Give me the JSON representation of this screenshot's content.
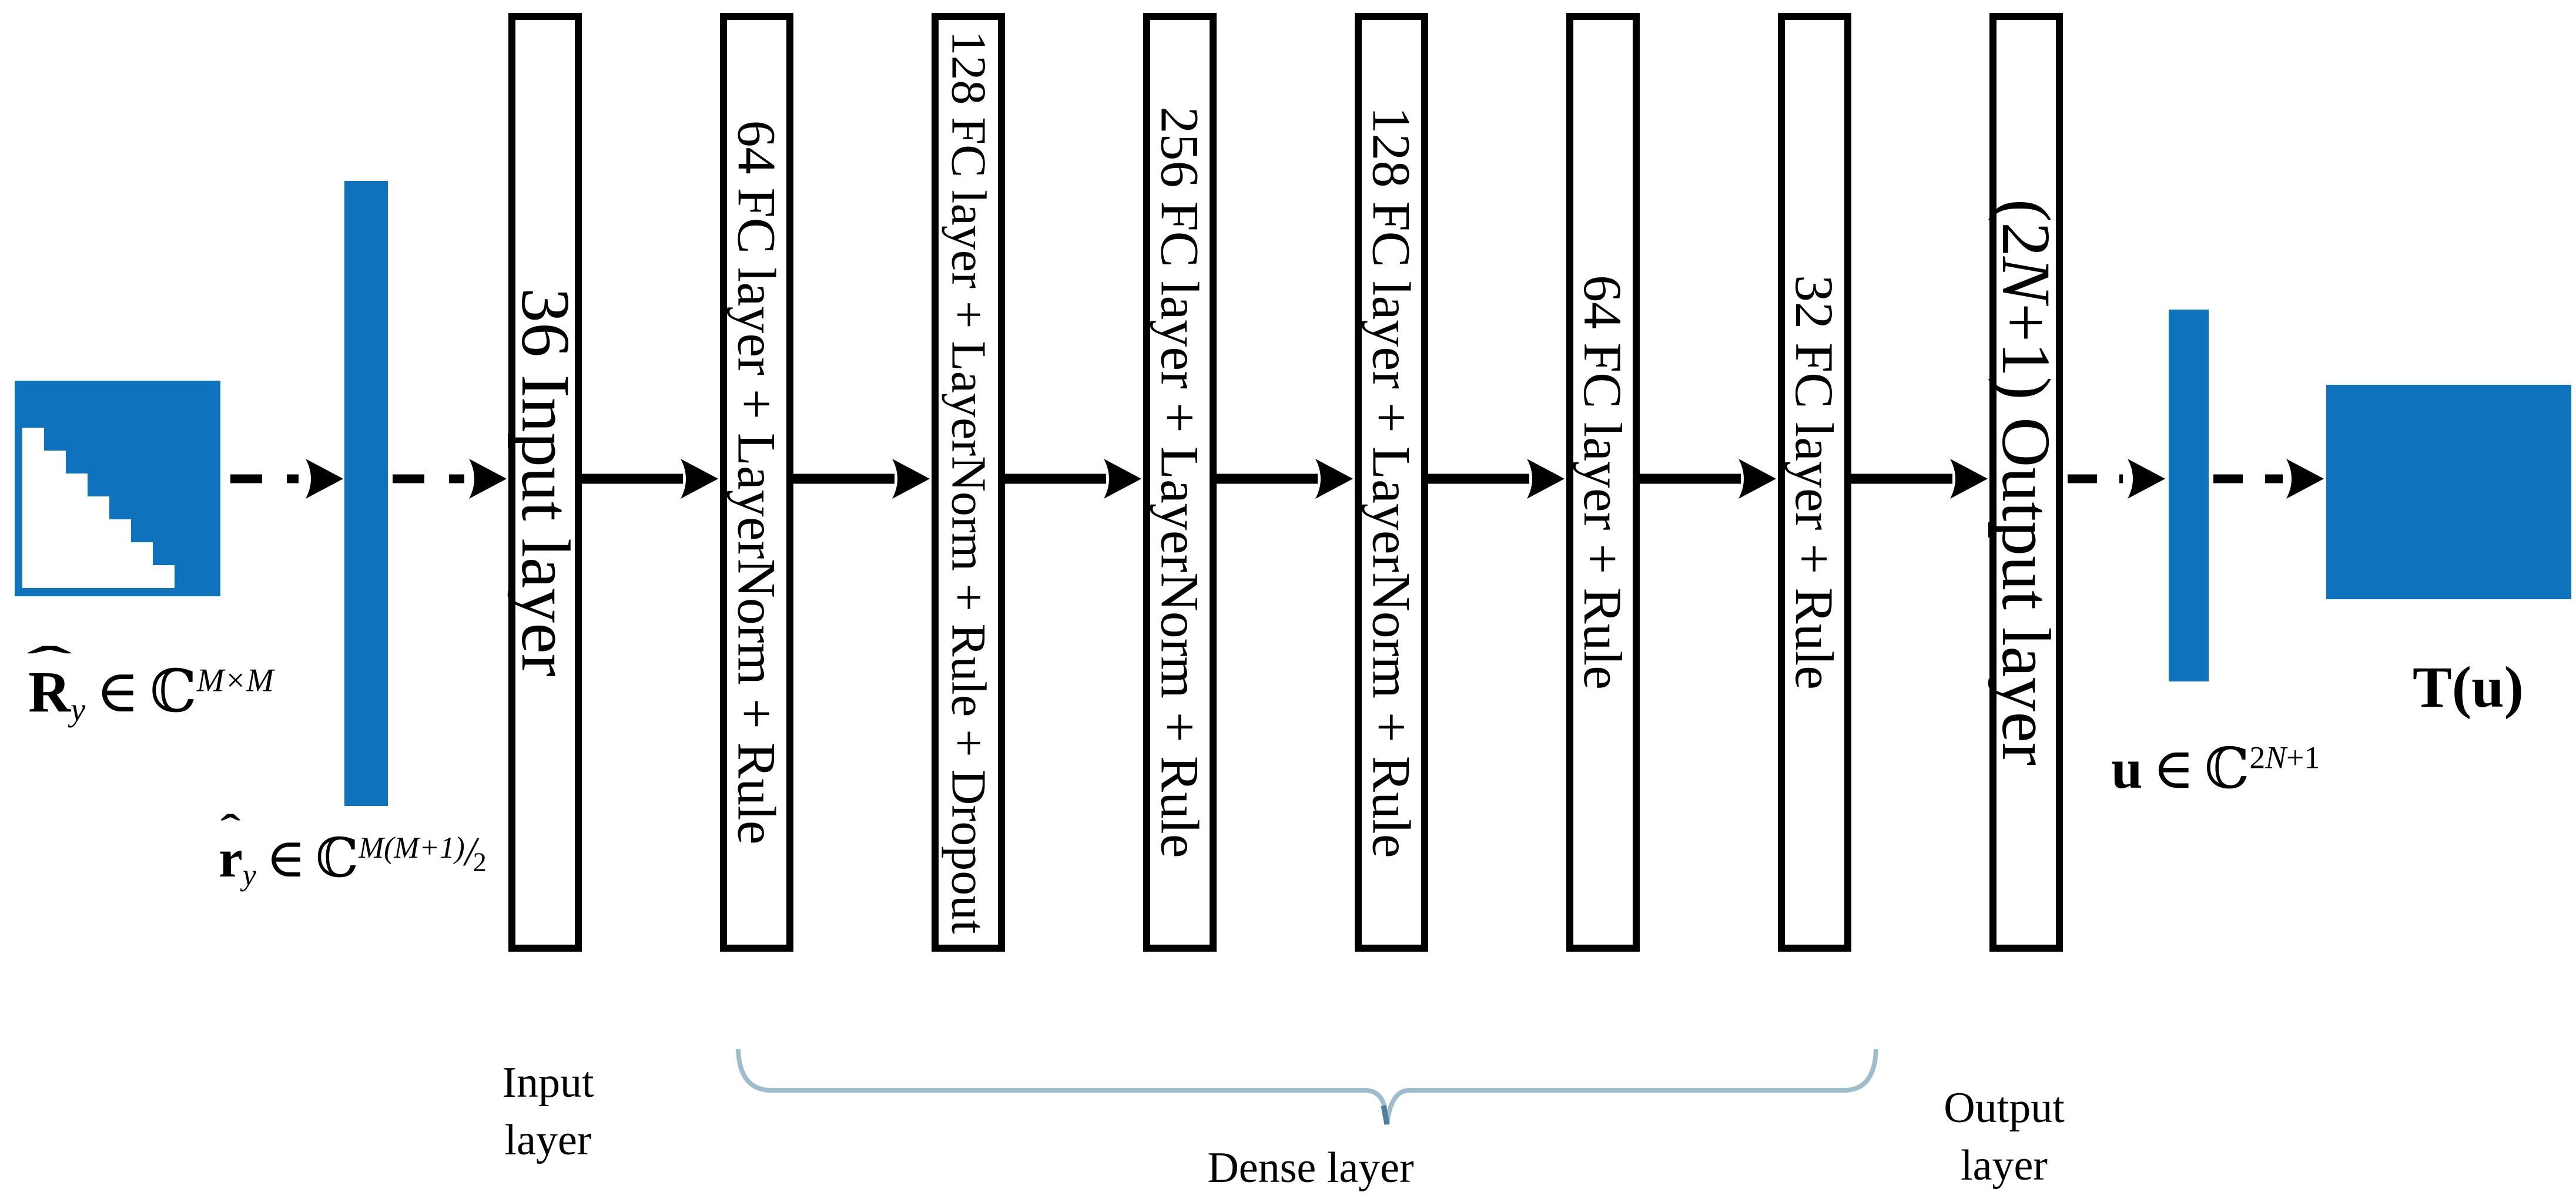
{
  "figure": {
    "type": "neural-network-architecture-diagram",
    "colors": {
      "shape_blue": "#0E72BD",
      "line_black": "#000000",
      "brace_blue": "#9EBDCC",
      "brace_tick_blue": "#4D7F9E",
      "box_fill": "#ffffff"
    },
    "icons": {
      "covariance_matrix_icon": "blue square with white staircase lower-left",
      "input_vector_bar": "tall blue rectangle",
      "output_vector_bar": "blue rectangle",
      "output_matrix_icon": "blue square",
      "dashed_arrow": "black dashed arrow with stealth head",
      "solid_arrow": "black solid arrow with stealth head",
      "dense_layer_brace": "light blue horizontal brace with center tick"
    }
  },
  "formulas": {
    "matrix": {
      "base": "R",
      "hat": "ˆ",
      "sub": "y",
      "element_of": "∈",
      "set": "ℂ",
      "sup": "M×M"
    },
    "vector": {
      "base": "r",
      "hat": "ˆ",
      "sub": "y",
      "element_of": "∈",
      "set": "ℂ",
      "sup_num": "M(M+1)",
      "sup_slash": "/",
      "sup_den": "2"
    },
    "output_vector": {
      "base": "u",
      "element_of": "∈",
      "set": "ℂ",
      "sup_pre": "2",
      "sup_n": "N",
      "sup_post": "+1"
    },
    "output_transform": {
      "text": "T(u)"
    }
  },
  "layers": [
    {
      "label": "36 Input layer"
    },
    {
      "label": "64 FC layer + LayerNorm + Rule"
    },
    {
      "label": "128 FC layer + LayerNorm + Rule + Dropout"
    },
    {
      "label": "256 FC layer + LayerNorm + Rule"
    },
    {
      "label": "128 FC layer + LayerNorm + Rule"
    },
    {
      "label": "64 FC layer + Rule"
    },
    {
      "label": "32 FC layer + Rule"
    },
    {
      "pre": "(2",
      "n": "N",
      "post": "+1) Output layer"
    }
  ],
  "captions": {
    "input": {
      "line1": "Input",
      "line2": "layer"
    },
    "dense": {
      "text": "Dense layer"
    },
    "output": {
      "line1": "Output",
      "line2": "layer"
    }
  }
}
